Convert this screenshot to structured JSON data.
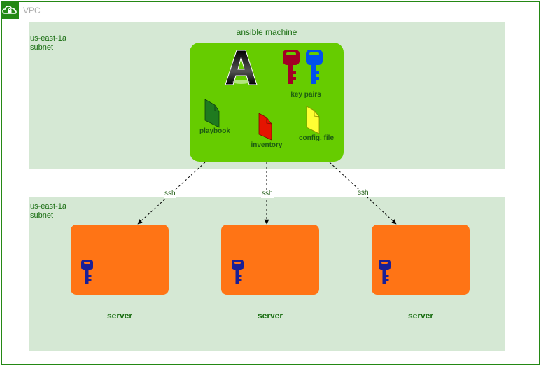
{
  "vpc": {
    "label": "VPC",
    "icon": "cloud-lock-icon",
    "border_color": "#248814"
  },
  "subnets": [
    {
      "label": "us-east-1a\nsubnet"
    },
    {
      "label": "us-east-1a\nsubnet"
    }
  ],
  "ansible_machine": {
    "title": "ansible machine",
    "logo": "ansible-logo",
    "key_pairs_label": "key pairs",
    "playbook_label": "playbook",
    "inventory_label": "inventory",
    "config_label": "config. file",
    "fill": "#66cc00"
  },
  "connections": [
    {
      "label": "ssh"
    },
    {
      "label": "ssh"
    },
    {
      "label": "ssh"
    }
  ],
  "servers": [
    {
      "label": "server",
      "icon": "key-icon"
    },
    {
      "label": "server",
      "icon": "key-icon"
    },
    {
      "label": "server",
      "icon": "key-icon"
    }
  ],
  "colors": {
    "subnet_fill": "#d5e8d4",
    "server_fill": "#ff7415",
    "key_red": "#a20025",
    "key_blue": "#0050ef",
    "key_navy": "#1a1f96",
    "playbook": "#1f7a1f",
    "inventory": "#e51400",
    "config": "#ffff33"
  }
}
